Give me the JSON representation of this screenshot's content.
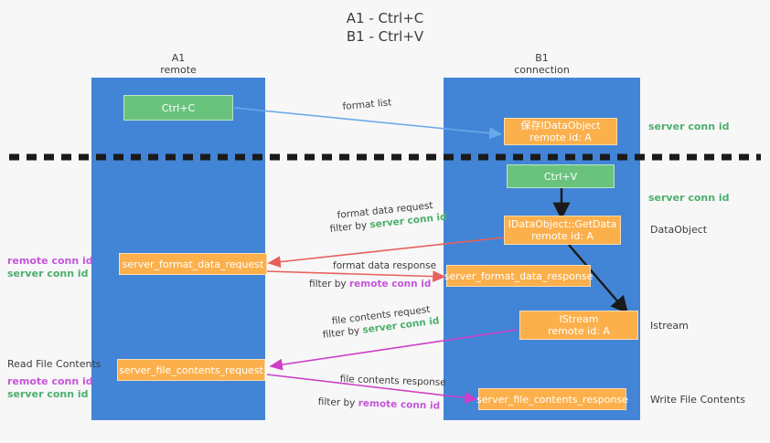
{
  "diagram": {
    "title": "A1 - Ctrl+C\nB1 - Ctrl+V",
    "colors": {
      "lane": "#4285d6",
      "green_box": "#6ac37d",
      "orange_box": "#fbb04c",
      "server_conn_id": "#4caf6d",
      "remote_conn_id": "#c456d9",
      "arrow_blue": "#6aa9e9",
      "arrow_red": "#e8605a",
      "arrow_magenta": "#cc3ec8",
      "arrow_black": "#1a1a1a",
      "background": "#f7f7f7"
    },
    "lanes": [
      {
        "id": "a1",
        "title": "A1",
        "subtitle": "remote"
      },
      {
        "id": "b1",
        "title": "B1",
        "subtitle": "connection"
      }
    ],
    "boxes": [
      {
        "id": "ctrl-c",
        "label": "Ctrl+C",
        "kind": "green"
      },
      {
        "id": "save-idataobject",
        "label": "保存IDataObject\nremote id: A",
        "kind": "orange"
      },
      {
        "id": "ctrl-v",
        "label": "Ctrl+V",
        "kind": "green"
      },
      {
        "id": "getdata",
        "label": "IDataObject::GetData\nremote id: A",
        "kind": "orange"
      },
      {
        "id": "format-data-request",
        "label": "server_format_data_request",
        "kind": "orange"
      },
      {
        "id": "format-data-response",
        "label": "server_format_data_response",
        "kind": "orange"
      },
      {
        "id": "istream",
        "label": "IStream\nremote id: A",
        "kind": "orange"
      },
      {
        "id": "file-contents-request",
        "label": "server_file_contents_request",
        "kind": "orange"
      },
      {
        "id": "file-contents-response",
        "label": "server_file_contents_response",
        "kind": "orange"
      }
    ],
    "annotations": {
      "format_list": "format list",
      "format_data_request": "format data request",
      "format_data_request_filter_prefix": "filter by ",
      "format_data_request_filter_value": "server conn id",
      "format_data_response": "format data response",
      "format_data_response_filter_prefix": "filter by ",
      "format_data_response_filter_value": "remote conn id",
      "file_contents_request": "file contents request",
      "file_contents_request_filter_prefix": "filter by ",
      "file_contents_request_filter_value": "server conn id",
      "file_contents_response": "file contents response",
      "file_contents_response_filter_prefix": "filter by ",
      "file_contents_response_filter_value": "remote conn id"
    },
    "right_labels": [
      {
        "id": "server-conn-id-top",
        "text": "server conn id",
        "style": "green"
      },
      {
        "id": "server-conn-id-mid",
        "text": "server conn id",
        "style": "green"
      },
      {
        "id": "dataobject",
        "text": "DataObject",
        "style": "plain"
      },
      {
        "id": "istream-label",
        "text": "Istream",
        "style": "plain"
      },
      {
        "id": "write-file-contents",
        "text": "Write File Contents",
        "style": "plain"
      }
    ],
    "left_labels": {
      "pair_top_remote": "remote conn id",
      "pair_top_server": "server conn id",
      "read_file_contents": "Read File Contents",
      "pair_bottom_remote": "remote conn id",
      "pair_bottom_server": "server conn id"
    }
  }
}
